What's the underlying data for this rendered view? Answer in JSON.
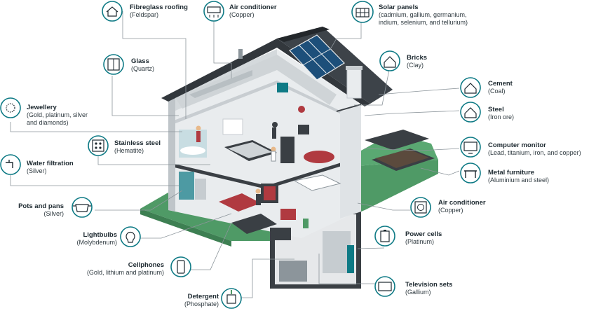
{
  "colors": {
    "teal": "#0e7a85",
    "roof": "#32373c",
    "lawn": "#4f9a66",
    "wall": "#e9ecee"
  },
  "items": [
    {
      "id": "fibreglass-roofing",
      "title": "Fibreglass roofing",
      "sub": "(Feldspar)",
      "icon": "house-icon"
    },
    {
      "id": "air-conditioner-top",
      "title": "Air conditioner",
      "sub": "(Copper)",
      "icon": "air-conditioner-icon"
    },
    {
      "id": "solar-panels",
      "title": "Solar panels",
      "sub": "(cadmium, gallium, germanium,",
      "sub2": "indium, selenium, and tellurium)",
      "icon": "solar-panel-icon"
    },
    {
      "id": "glass",
      "title": "Glass",
      "sub": "(Quartz)",
      "icon": "window-icon"
    },
    {
      "id": "bricks",
      "title": "Bricks",
      "sub": "(Clay)",
      "icon": "brick-house-icon"
    },
    {
      "id": "cement",
      "title": "Cement",
      "sub": "(Coal)",
      "icon": "house-outline-icon"
    },
    {
      "id": "steel",
      "title": "Steel",
      "sub": "(Iron ore)",
      "icon": "house-outline-icon"
    },
    {
      "id": "jewellery",
      "title": "Jewellery",
      "sub": "(Gold, platinum, silver",
      "sub2": "and diamonds)",
      "icon": "necklace-icon"
    },
    {
      "id": "stainless-steel",
      "title": "Stainless steel",
      "sub": "(Hematite)",
      "icon": "stove-icon"
    },
    {
      "id": "computer-monitor",
      "title": "Computer monitor",
      "sub": "(Lead, titanium, iron, and copper)",
      "icon": "monitor-icon"
    },
    {
      "id": "water-filtration",
      "title": "Water filtration",
      "sub": "(Silver)",
      "icon": "faucet-icon"
    },
    {
      "id": "metal-furniture",
      "title": "Metal furniture",
      "sub": "(Aluminium and steel)",
      "icon": "table-icon"
    },
    {
      "id": "pots-and-pans",
      "title": "Pots and pans",
      "sub": "(Silver)",
      "icon": "pot-icon"
    },
    {
      "id": "air-conditioner-right",
      "title": "Air conditioner",
      "sub": "(Copper)",
      "icon": "fan-icon"
    },
    {
      "id": "lightbulbs",
      "title": "Lightbulbs",
      "sub": "(Molybdenum)",
      "icon": "lightbulb-icon"
    },
    {
      "id": "power-cells",
      "title": "Power cells",
      "sub": "(Platinum)",
      "icon": "battery-icon"
    },
    {
      "id": "cellphones",
      "title": "Cellphones",
      "sub": "(Gold, lithium and platinum)",
      "icon": "phone-icon"
    },
    {
      "id": "television-sets",
      "title": "Television sets",
      "sub": "(Gallium)",
      "icon": "tv-icon"
    },
    {
      "id": "detergent",
      "title": "Detergent",
      "sub": "(Phosphate)",
      "icon": "detergent-icon"
    }
  ]
}
